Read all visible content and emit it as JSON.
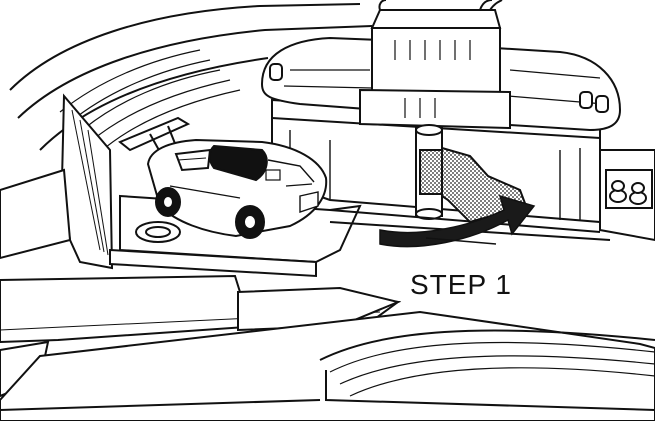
{
  "diagram": {
    "step_label": "STEP 1",
    "colors": {
      "ink": "#111111",
      "paper": "#ffffff",
      "arrow_fill": "#1a1a1a",
      "shading": "#8a8a8a"
    },
    "icons": [
      "toy-car",
      "station-building",
      "launcher-lever",
      "rotation-arrow",
      "race-track"
    ]
  }
}
